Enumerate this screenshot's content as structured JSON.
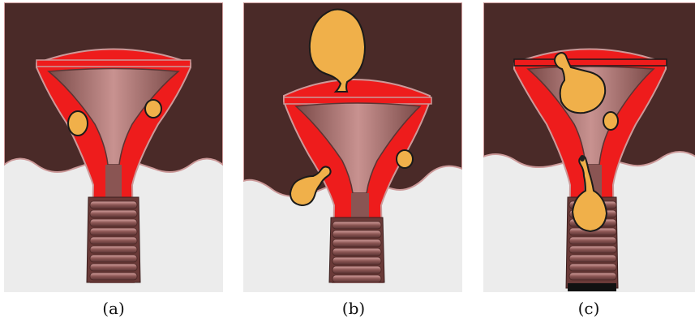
{
  "figure": {
    "panels": [
      {
        "id": "a",
        "caption": "(a)"
      },
      {
        "id": "b",
        "caption": "(b)"
      },
      {
        "id": "c",
        "caption": "(c)"
      }
    ]
  },
  "colors": {
    "background_top": "#4a2a28",
    "background_bottom": "#ececec",
    "tissue_red": "#ee1c1c",
    "mucosa": "#a06a68",
    "mucosa_dark": "#5a3433",
    "cyst_fill": "#f0b04a",
    "cyst_outline": "#1a1a1a"
  }
}
